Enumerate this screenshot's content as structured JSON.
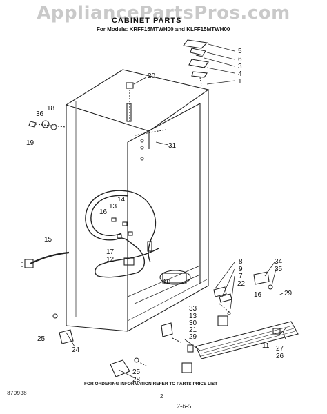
{
  "header": {
    "watermark": "AppliancePartsPros.com",
    "title": "CABINET PARTS",
    "models": "For Models: KRFF15MTWH00 and KLFF15MTWH00"
  },
  "callouts": [
    {
      "id": "c5",
      "label": "5"
    },
    {
      "id": "c6",
      "label": "6"
    },
    {
      "id": "c3",
      "label": "3"
    },
    {
      "id": "c4",
      "label": "4"
    },
    {
      "id": "c1",
      "label": "1"
    },
    {
      "id": "c20",
      "label": "20"
    },
    {
      "id": "c36",
      "label": "36"
    },
    {
      "id": "c18",
      "label": "18"
    },
    {
      "id": "c19",
      "label": "19"
    },
    {
      "id": "c31",
      "label": "31"
    },
    {
      "id": "c14",
      "label": "14"
    },
    {
      "id": "c13a",
      "label": "13"
    },
    {
      "id": "c16",
      "label": "16"
    },
    {
      "id": "c15",
      "label": "15"
    },
    {
      "id": "c17",
      "label": "17"
    },
    {
      "id": "c12",
      "label": "12"
    },
    {
      "id": "c10",
      "label": "10"
    },
    {
      "id": "c8",
      "label": "8"
    },
    {
      "id": "c9",
      "label": "9"
    },
    {
      "id": "c7",
      "label": "7"
    },
    {
      "id": "c22",
      "label": "22"
    },
    {
      "id": "c34",
      "label": "34"
    },
    {
      "id": "c35",
      "label": "35"
    },
    {
      "id": "c16b",
      "label": "16"
    },
    {
      "id": "c29a",
      "label": "29"
    },
    {
      "id": "c33",
      "label": "33"
    },
    {
      "id": "c13b",
      "label": "13"
    },
    {
      "id": "c30",
      "label": "30"
    },
    {
      "id": "c21",
      "label": "21"
    },
    {
      "id": "c29b",
      "label": "29"
    },
    {
      "id": "c11",
      "label": "11"
    },
    {
      "id": "c27",
      "label": "27"
    },
    {
      "id": "c26",
      "label": "26"
    },
    {
      "id": "c25a",
      "label": "25"
    },
    {
      "id": "c24",
      "label": "24"
    },
    {
      "id": "c25b",
      "label": "25"
    },
    {
      "id": "c28",
      "label": "28"
    }
  ],
  "footer": {
    "note": "FOR ORDERING INFORMATION REFER TO PARTS PRICE LIST",
    "doc_id": "879938",
    "page": "2",
    "date": "7-6-5"
  }
}
